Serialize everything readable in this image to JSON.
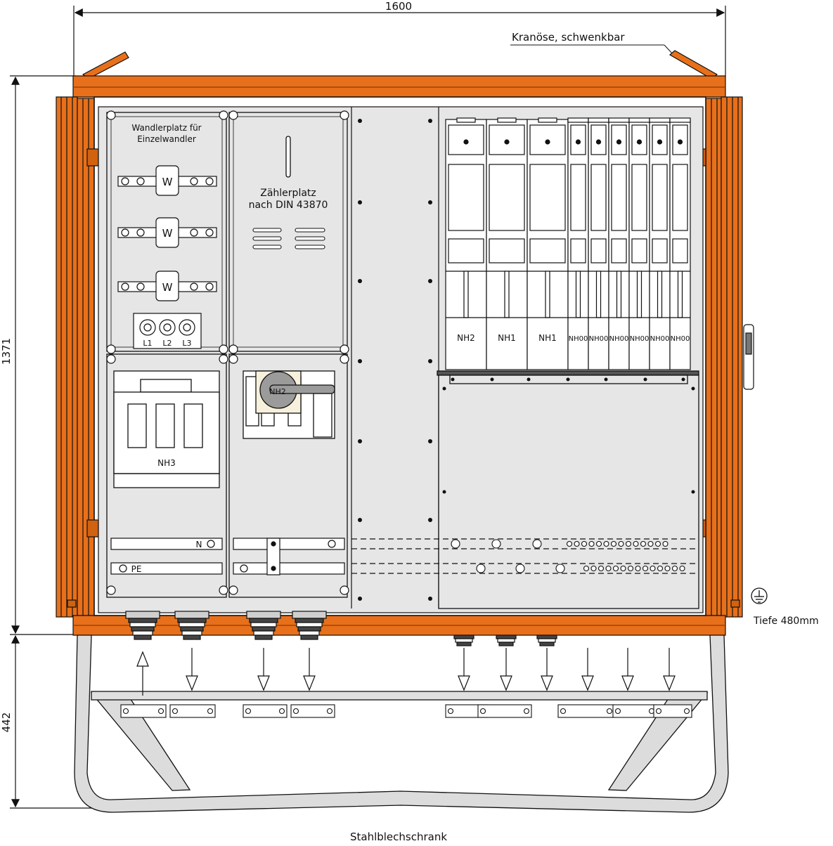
{
  "dimensions": {
    "width": "1600",
    "height_cabinet": "1371",
    "height_base": "442"
  },
  "labels": {
    "crane_eye": "Kranöse, schwenkbar",
    "transformer_title_1": "Wandlerplatz für",
    "transformer_title_2": "Einzelwandler",
    "meter_title_1": "Zählerplatz",
    "meter_title_2": "nach DIN 43870",
    "w": "W",
    "l1": "L1",
    "l2": "L2",
    "l3": "L3",
    "nh3": "NH3",
    "nh2_switch": "NH2",
    "n_bar": "N",
    "pe_bar": "PE",
    "depth": "Tiefe 480mm",
    "caption": "Stahlblechschrank"
  },
  "fuse_labels": [
    "NH2",
    "NH1",
    "NH1",
    "NH00",
    "NH00",
    "NH00",
    "NH00",
    "NH00",
    "NH00"
  ],
  "colors": {
    "frame": "#e8701a",
    "frame_dark": "#b94d08",
    "panel": "#e2e2e2",
    "line": "#222222",
    "stand": "#dcdcdc"
  },
  "icons": {
    "earth": "ground-symbol-icon"
  }
}
